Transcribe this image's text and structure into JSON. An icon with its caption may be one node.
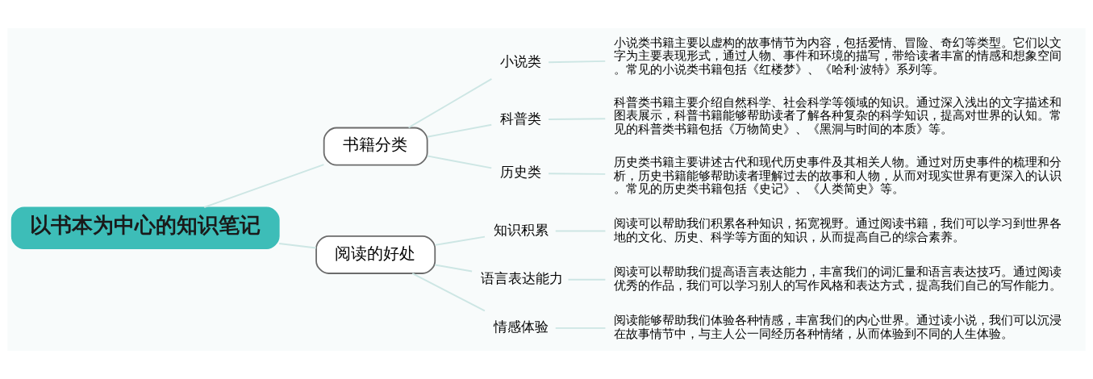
{
  "diagram": {
    "nodes": [
      {
        "text": [
          "以书本为中心的知识笔记"
        ]
      },
      {
        "text": [
          "书籍分类"
        ]
      },
      {
        "text": [
          "小说类"
        ]
      },
      {
        "text": [
          "小说类书籍主要以虚构的故事情节为内容，包括爱情、冒险、奇幻等类型。它们以文字为主要表现形式，通过人物、事件和环境的描写，带给读者丰富的情感和想象空间。常见的小说类书籍包括《红楼梦》、《哈利·波特》系列等。"
        ]
      },
      {
        "text": [
          "科普类"
        ]
      },
      {
        "text": [
          "科普类书籍主要介绍自然科学、社会科学等领域的知识。通过深入浅出的文字描述和图表展示，科普书籍能够帮助读者了解各种复杂的科学知识，提高对世界的认知。常见的科普类书籍包括《万物简史》、《黑洞与时间的本质》等。"
        ]
      },
      {
        "text": [
          "历史类"
        ]
      },
      {
        "text": [
          "历史类书籍主要讲述古代和现代历史事件及其相关人物。通过对历史事件的梳理和分析，历史书籍能够帮助读者理解过去的故事和人物，从而对现实世界有更深入的认识。常见的历史类书籍包括《史记》、《人类简史》等。"
        ]
      },
      {
        "text": [
          "阅读的好处"
        ]
      },
      {
        "text": [
          "知识积累"
        ]
      },
      {
        "text": [
          "阅读可以帮助我们积累各种知识，拓宽视野。通过阅读书籍，我们可以学习到世界各地的文化、历史、科学等方面的知识，从而提高自己的综合素养。"
        ]
      },
      {
        "text": [
          "语言表达能力"
        ]
      },
      {
        "text": [
          "阅读可以帮助我们提高语言表达能力，丰富我们的词汇量和语言表达技巧。通过阅读优秀的作品，我们可以学习别人的写作风格和表达方式，提高我们自己的写作能力。"
        ]
      },
      {
        "text": [
          "情感体验"
        ]
      },
      {
        "text": [
          "阅读能够帮助我们体验各种情感，丰富我们的内心世界。通过读小说，我们可以沉浸在故事情节中，与主人公一同经历各种情绪，从而体验到不同的人生体验。"
        ]
      }
    ],
    "edges": [
      {
        "from": 0,
        "to": 1,
        "arrow": "none"
      },
      {
        "from": 1,
        "to": 2,
        "arrow": "none"
      },
      {
        "from": 2,
        "to": 3,
        "arrow": "none"
      },
      {
        "from": 1,
        "to": 4,
        "arrow": "none"
      },
      {
        "from": 4,
        "to": 5,
        "arrow": "none"
      },
      {
        "from": 1,
        "to": 6,
        "arrow": "none"
      },
      {
        "from": 6,
        "to": 7,
        "arrow": "none"
      },
      {
        "from": 0,
        "to": 8,
        "arrow": "none"
      },
      {
        "from": 8,
        "to": 9,
        "arrow": "none"
      },
      {
        "from": 9,
        "to": 10,
        "arrow": "none"
      },
      {
        "from": 8,
        "to": 11,
        "arrow": "none"
      },
      {
        "from": 11,
        "to": 12,
        "arrow": "none"
      },
      {
        "from": 8,
        "to": 13,
        "arrow": "none"
      },
      {
        "from": 13,
        "to": 14,
        "arrow": "none"
      }
    ]
  }
}
